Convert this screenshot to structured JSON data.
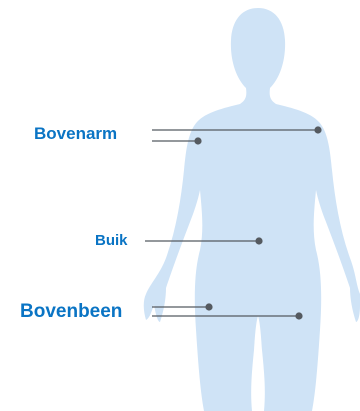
{
  "labels": {
    "upper_arm": "Bovenarm",
    "belly": "Buik",
    "thigh": "Bovenbeen"
  },
  "colors": {
    "silhouette": "#cfe3f6",
    "label_text": "#0a74c4",
    "leader_line": "#555a60",
    "background": "#ffffff"
  }
}
